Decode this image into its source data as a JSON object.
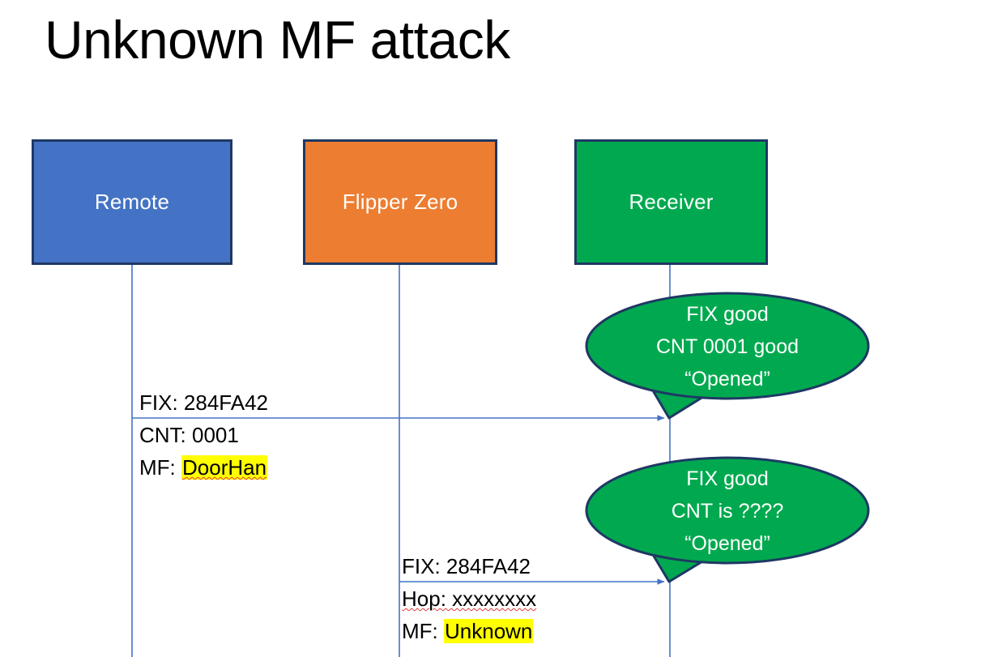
{
  "slide": {
    "title": "Unknown MF attack",
    "background": "#FFFFFF"
  },
  "colors": {
    "remote_box": "#4472C4",
    "flipper_box": "#ED7D31",
    "receiver_box": "#00A94F",
    "box_border": "#1F3864",
    "bubble_fill": "#00A94F",
    "bubble_border": "#1F3864",
    "lifeline": "#4472C4",
    "arrow": "#4472C4",
    "highlight": "#FFFF00",
    "spellcheck_underline": "#E03A3A",
    "text_dark": "#000000",
    "text_light": "#FFFFFF"
  },
  "actors": [
    {
      "id": "remote",
      "label": "Remote"
    },
    {
      "id": "flipper",
      "label": "Flipper Zero"
    },
    {
      "id": "receiver",
      "label": "Receiver"
    }
  ],
  "messages": [
    {
      "id": "remote-to-receiver",
      "from": "remote",
      "to": "receiver",
      "lines": [
        {
          "text": "FIX: 284FA42",
          "highlight": false,
          "spellcheck": false
        },
        {
          "text": "CNT: 0001",
          "highlight": false,
          "spellcheck": false
        }
      ],
      "label_prefix": "MF: ",
      "label_value": "DoorHan",
      "label_highlight": true,
      "label_spellcheck": true
    },
    {
      "id": "flipper-to-receiver",
      "from": "flipper",
      "to": "receiver",
      "lines": [
        {
          "text": "FIX: 284FA42",
          "highlight": false,
          "spellcheck": false
        },
        {
          "text": "Hop: xxxxxxxx",
          "highlight": false,
          "spellcheck": true
        }
      ],
      "label_prefix": "MF: ",
      "label_value": "Unknown",
      "label_highlight": true,
      "label_spellcheck": false
    }
  ],
  "bubbles": [
    {
      "id": "bubble-first",
      "line1": "FIX good",
      "line2": "CNT 0001 good",
      "line3": "“Opened”"
    },
    {
      "id": "bubble-second",
      "line1": "FIX good",
      "line2": "CNT is ????",
      "line3": "“Opened”"
    }
  ]
}
